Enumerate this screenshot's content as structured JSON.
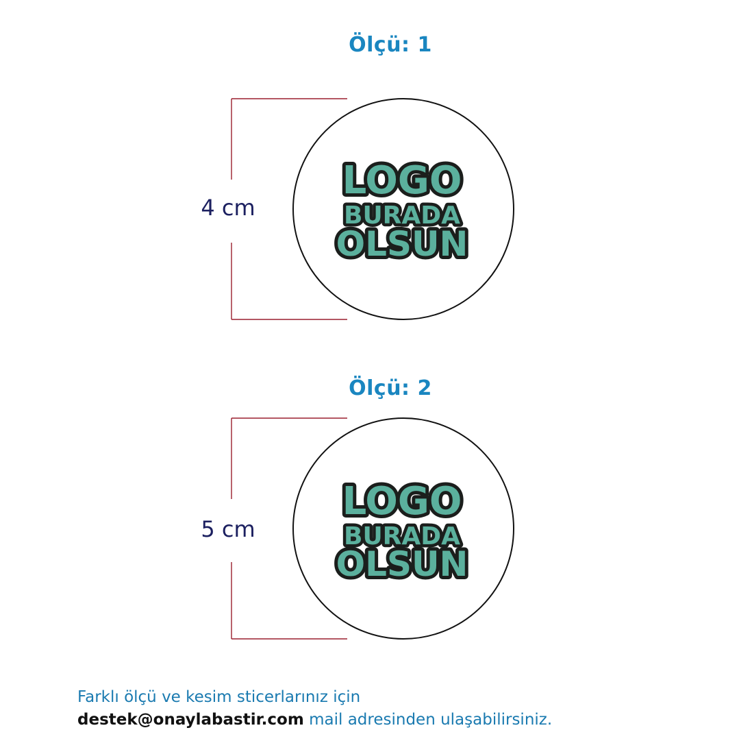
{
  "sizes": [
    {
      "title": "Ölçü: 1",
      "dimension": "4 cm",
      "logo_lines": [
        "LOGO",
        "BURADA",
        "OLSUN"
      ]
    },
    {
      "title": "Ölçü: 2",
      "dimension": "5 cm",
      "logo_lines": [
        "LOGO",
        "BURADA",
        "OLSUN"
      ]
    }
  ],
  "footer": {
    "line1": "Farklı ölçü ve kesim sticerlarınız için",
    "email": "destek@onaylabastir.com",
    "line2_suffix": " mail adresinden ulaşabilirsiniz."
  },
  "colors": {
    "title": "#1a86c0",
    "dimension_text": "#1c2060",
    "bracket": "#9a1f2e",
    "logo_fill": "#5bb09d",
    "logo_outline": "#1b1e1c",
    "footer_text": "#1a7ab0"
  }
}
